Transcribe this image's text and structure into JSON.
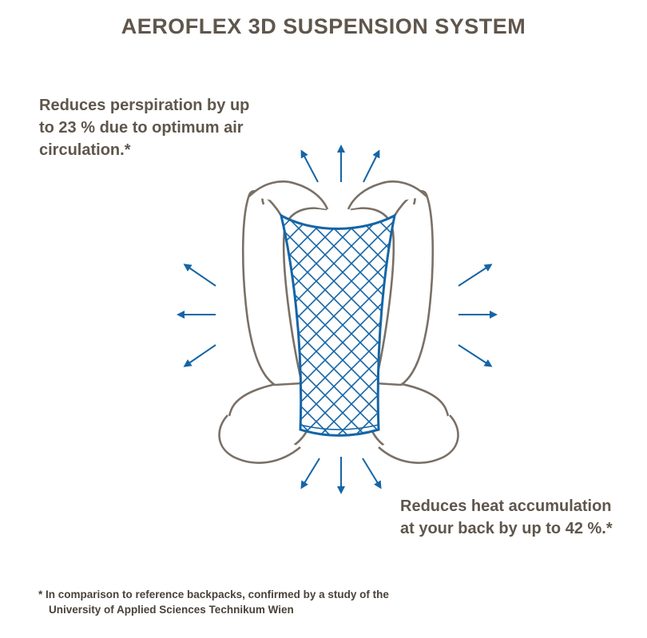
{
  "title": "AEROFLEX 3D SUSPENSION SYSTEM",
  "claims": {
    "perspiration": [
      "Reduces perspiration by up",
      "to 23 % due to optimum air",
      "circulation.*"
    ],
    "heat": [
      "Reduces heat accumulation",
      "at your back by up to 42 %.*"
    ]
  },
  "footnote": [
    "* In comparison to reference backpacks, confirmed by a study of the",
    "University of Applied Sciences Technikum Wien"
  ],
  "colors": {
    "text": "#5f564c",
    "outline": "#7a7066",
    "accent": "#1565a6"
  },
  "icons": [
    "airflow-arrow-icon",
    "mesh-panel-icon",
    "shoulder-strap-icon"
  ]
}
